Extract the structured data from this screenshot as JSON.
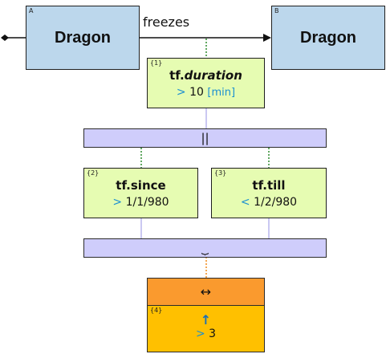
{
  "entities": {
    "a": {
      "corner": "A",
      "name": "Dragon"
    },
    "b": {
      "corner": "B",
      "name": "Dragon"
    }
  },
  "relation": {
    "label": "freezes"
  },
  "duration": {
    "corner": "{1}",
    "prefix": "tf.",
    "property": "duration",
    "operator": ">",
    "value": "10",
    "unit": "[min]"
  },
  "parallel_bar": {
    "symbol": "||"
  },
  "since": {
    "corner": "{2}",
    "title": "tf.since",
    "operator": ">",
    "value": "1/1/980"
  },
  "till": {
    "corner": "{3}",
    "title": "tf.till",
    "operator": "<",
    "value": "1/2/980"
  },
  "brace_bar": {
    "symbol": "⏟"
  },
  "result": {
    "top_symbol": "↔",
    "corner": "{4}",
    "arrow": "↑",
    "operator": ">",
    "value": "3"
  },
  "colors": {
    "entity": "#bcd7ec",
    "condition": "#e6fcb2",
    "bar": "#cfcdfb",
    "orange": "#fa9a2e",
    "yellow": "#ffc000",
    "accent": "#1a8fd1"
  }
}
